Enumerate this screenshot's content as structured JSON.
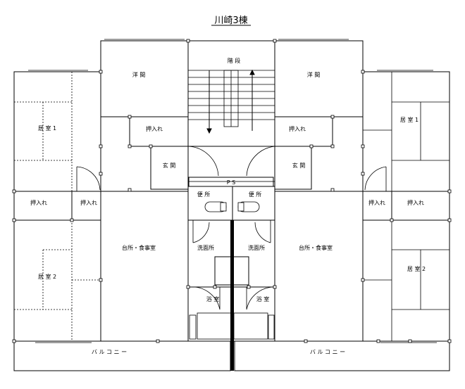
{
  "title": "川崎3棟",
  "colors": {
    "tatami_room": "#00dd00",
    "western_room": "#ffff00",
    "entrance": "#ccf5c4",
    "balcony": "#c0c0c0",
    "common": "#ffffff"
  },
  "labels": {
    "stairs": "階 段",
    "western_left": "洋 間",
    "western_right": "洋 間",
    "closet_upper_left": "押入れ",
    "closet_upper_right": "押入れ",
    "entrance_left": "玄 関",
    "entrance_right": "玄 関",
    "ps": "P S",
    "toilet_left": "便 所",
    "toilet_right": "便 所",
    "living1_left": "居 室 1",
    "living1_right": "居 室 1",
    "closet_outer_left": "押入れ",
    "closet_inner_left": "押入れ",
    "closet_inner_right": "押入れ",
    "closet_outer_right": "押入れ",
    "kitchen_left": "台所・食事室",
    "kitchen_right": "台所・食事室",
    "washroom_left": "洗面所",
    "washroom_right": "洗面所",
    "living2_left": "居 室 2",
    "living2_right": "居 室 2",
    "bath_left": "浴 室",
    "bath_right": "浴 室",
    "balcony_left": "バ ル コ ニ ー",
    "balcony_right": "バ ル コ ニ ー"
  }
}
